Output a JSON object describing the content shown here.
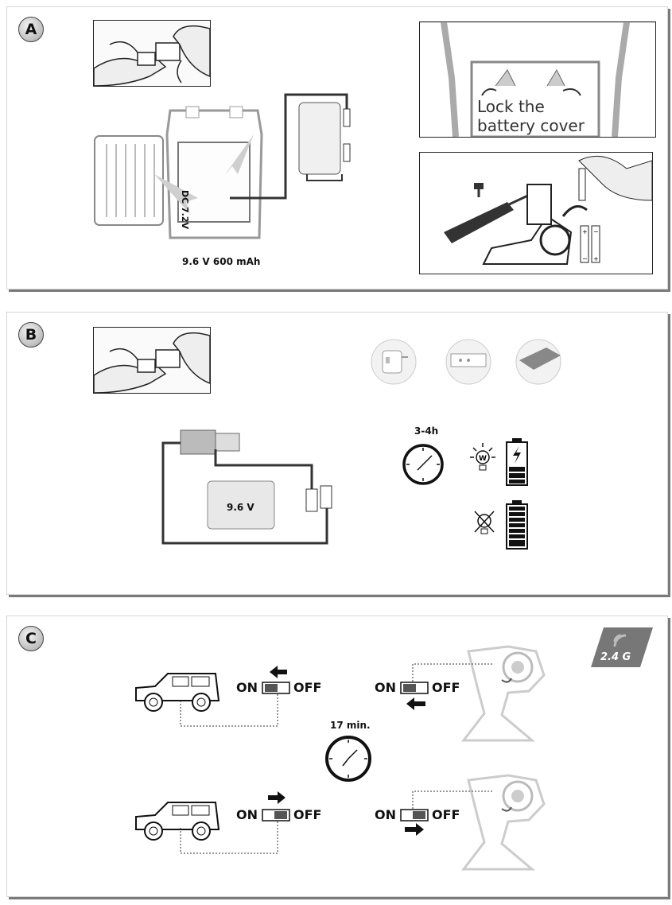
{
  "panels": [
    {
      "badge": "A"
    },
    {
      "badge": "B"
    },
    {
      "badge": "C"
    }
  ],
  "section_a": {
    "battery_label": "9.6 V 600 mAh",
    "dc_label": "DC 7.2V",
    "caption_line1": "Lock the",
    "caption_line2": "battery cover"
  },
  "section_b": {
    "battery_label": "9.6 V",
    "charge_time": "3-4h"
  },
  "section_c": {
    "on_label": "ON",
    "off_label": "OFF",
    "timer": "17 min.",
    "logo": "2.4 G"
  },
  "icons": [
    "connector-hand-icon",
    "battery-pack-icon",
    "screwdriver-icon",
    "aa-battery-icon",
    "usb-adapter-icon",
    "power-bank-icon",
    "clock-icon",
    "bulb-on-icon",
    "bulb-off-icon",
    "battery-charging-icon",
    "battery-full-icon",
    "car-icon",
    "switch-icon",
    "arrow-icon",
    "remote-control-icon",
    "signal-2-4g-icon"
  ]
}
